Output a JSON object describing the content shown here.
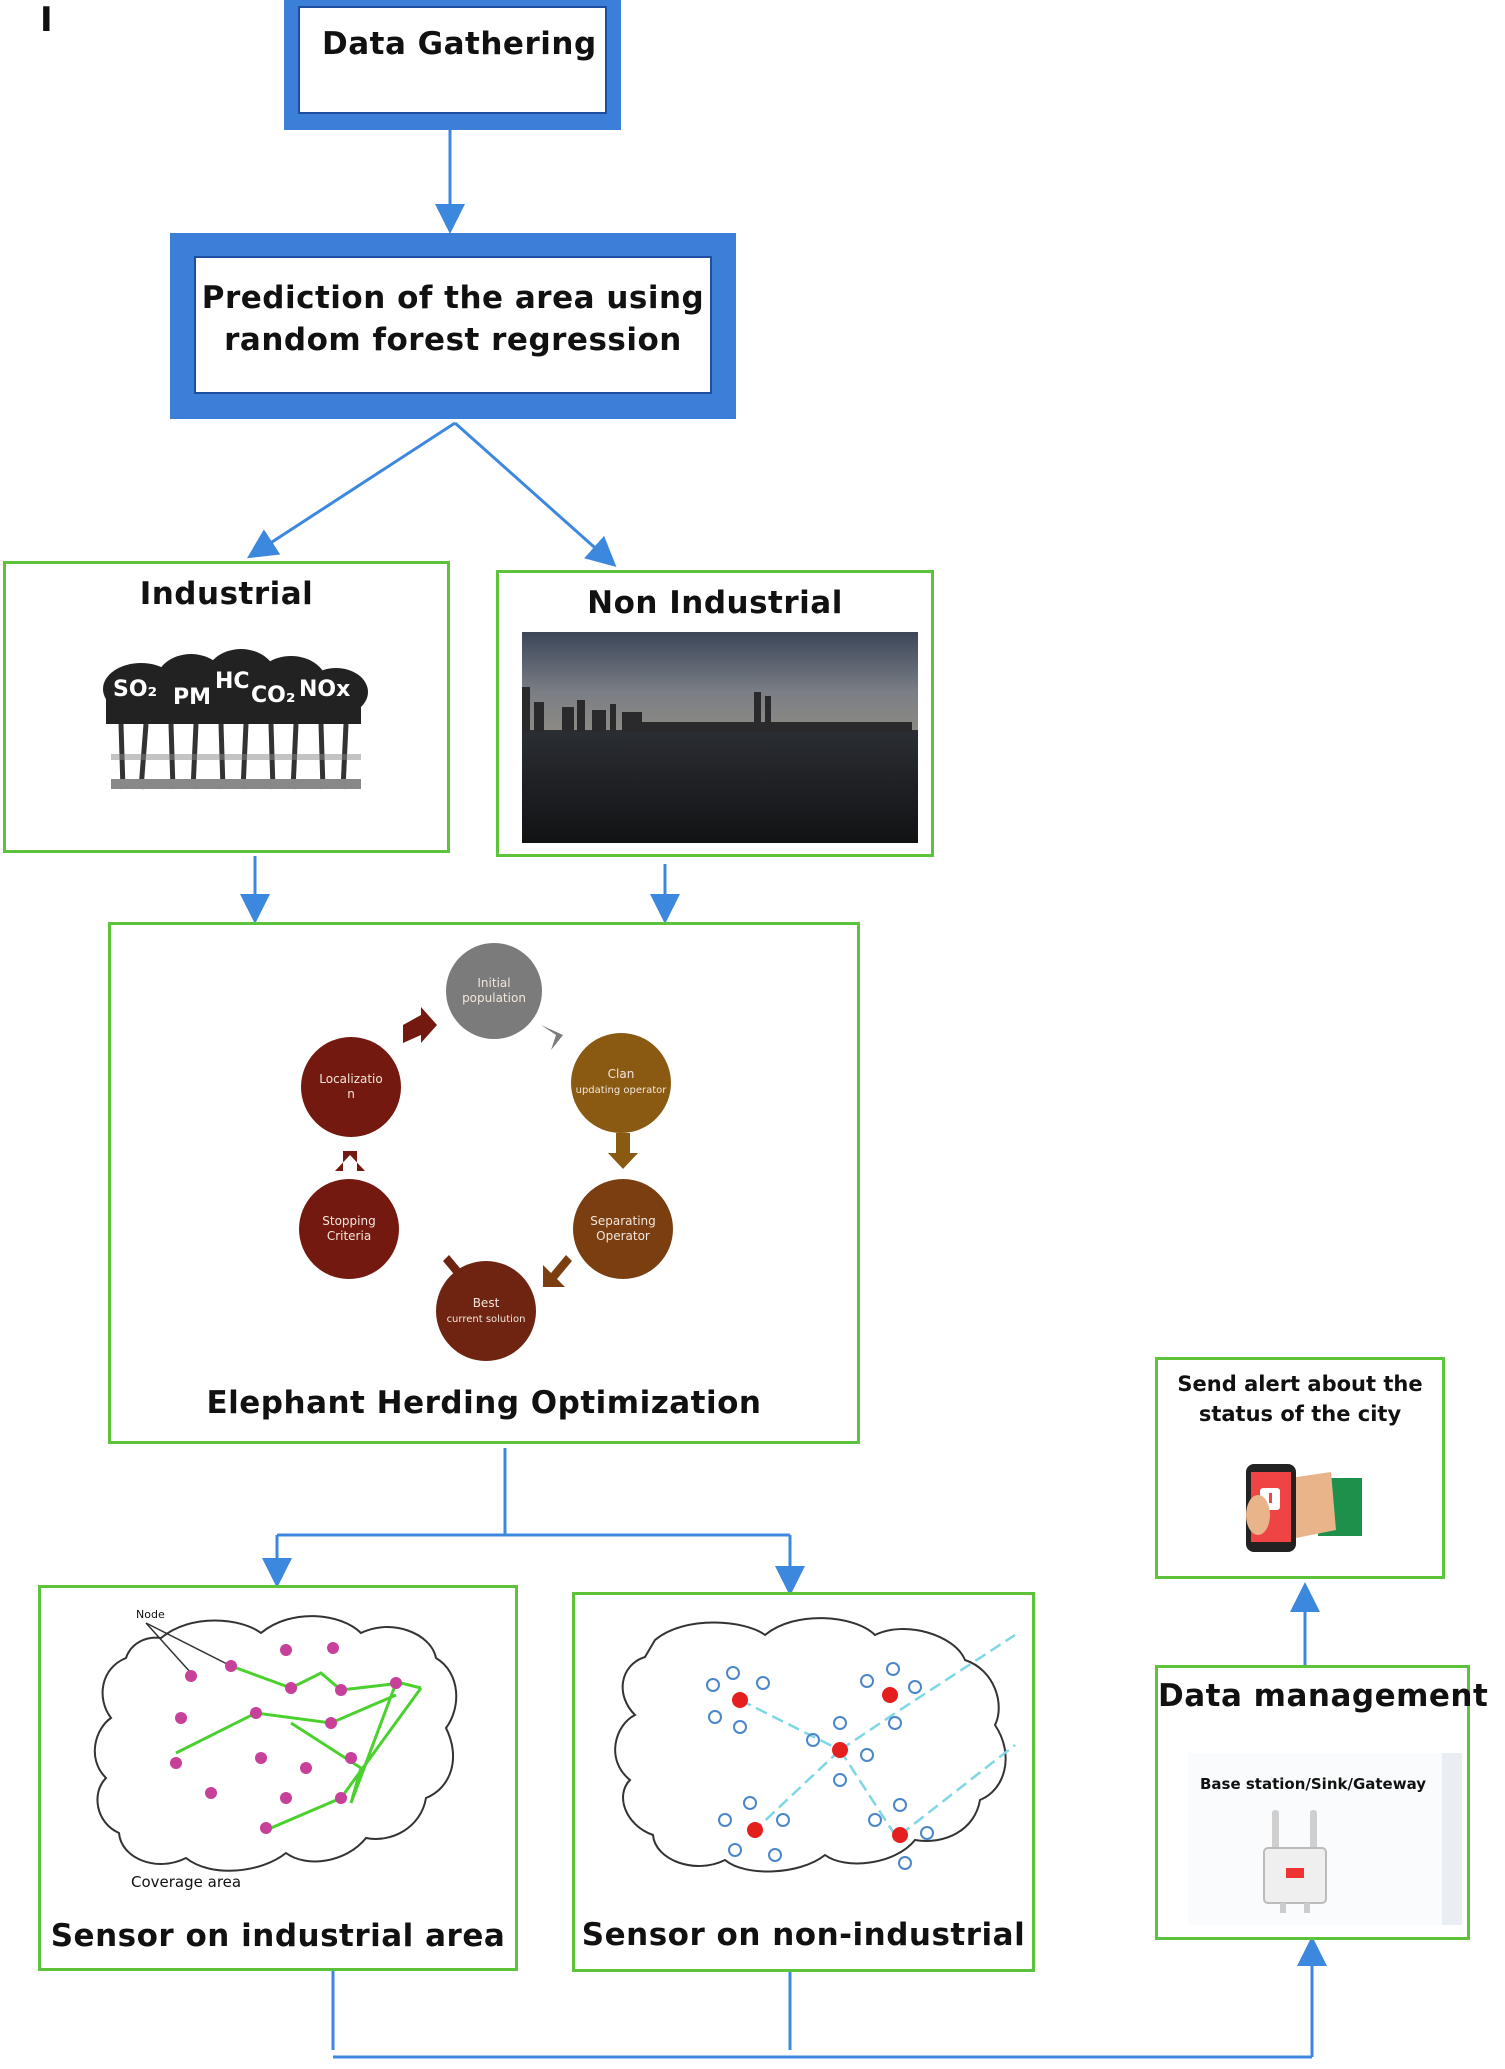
{
  "corner_mark": "I",
  "nodes": {
    "data_gathering": "Data Gathering",
    "prediction_line1": "Prediction of the area using",
    "prediction_line2": "random forest regression",
    "industrial": "Industrial",
    "non_industrial": "Non Industrial",
    "eho": "Elephant Herding Optimization",
    "sensor_industrial": "Sensor on industrial area",
    "sensor_non_industrial": "Sensor on non-industrial",
    "data_management": "Data management",
    "alert_line1": "Send alert about the",
    "alert_line2": "status of the city"
  },
  "pollutants": [
    "SO₂",
    "PM",
    "HC",
    "CO₂",
    "NOx"
  ],
  "eho_cycle": [
    {
      "line1": "Initial",
      "line2": "population",
      "color": "#7b7b7b"
    },
    {
      "line1": "Clan",
      "line2": "updating operator",
      "color": "#8a5a12"
    },
    {
      "line1": "Separating",
      "line2": "Operator",
      "color": "#7a3e10"
    },
    {
      "line1": "Best",
      "line2": "current solution",
      "color": "#6e2411"
    },
    {
      "line1": "Stopping",
      "line2": "Criteria",
      "color": "#74190f"
    },
    {
      "line1": "Localizatio",
      "line2": "n",
      "color": "#74190f"
    }
  ],
  "sensor_labels": {
    "node": "Node",
    "coverage": "Coverage area"
  },
  "gateway_label": "Base station/Sink/Gateway",
  "colors": {
    "arrow": "#3d88df",
    "green_border": "#5cc33a",
    "blue_box": "#3b7fd8"
  }
}
